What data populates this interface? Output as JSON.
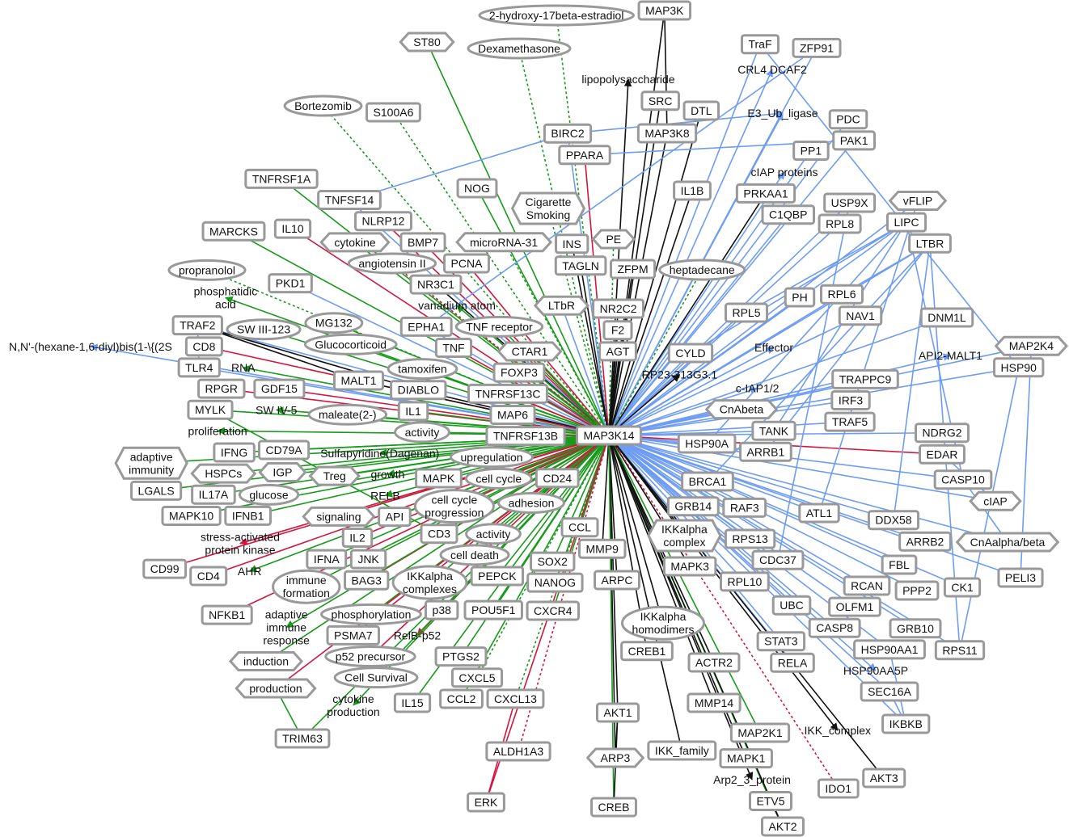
{
  "hub": "MAP3K14",
  "edge_colors": {
    "green": "#189a1c",
    "green-dotted": "#189a1c",
    "red": "#d2163e",
    "red-dotted": "#d2163e",
    "blue": "#6e9cf3",
    "black": "#111111"
  },
  "node_style": {
    "fill": "#ffffff",
    "stroke": "#9a9a9a"
  },
  "nodes": [
    {
      "label": "MAP3K14",
      "shape": "rect",
      "edge": "none"
    },
    {
      "label": "MAP3K",
      "shape": "rect",
      "edge": "black"
    },
    {
      "label": "2-hydroxy-17beta-estradiol",
      "shape": "ellipse",
      "edge": "green-dotted"
    },
    {
      "label": "ST80",
      "shape": "hex",
      "edge": "green"
    },
    {
      "label": "Dexamethasone",
      "shape": "ellipse",
      "edge": "green-dotted"
    },
    {
      "label": "TraF",
      "shape": "rect",
      "edge": "blue"
    },
    {
      "label": "ZFP91",
      "shape": "rect",
      "edge": "blue"
    },
    {
      "label": "CRL4 DCAF2",
      "shape": "text",
      "edge": "blue"
    },
    {
      "label": "lipopolysaccharide",
      "shape": "text",
      "edge": "black"
    },
    {
      "label": "SRC",
      "shape": "rect",
      "edge": "black"
    },
    {
      "label": "DTL",
      "shape": "rect",
      "edge": "black"
    },
    {
      "label": "Bortezomib",
      "shape": "ellipse",
      "edge": "green-dotted"
    },
    {
      "label": "S100A6",
      "shape": "rect",
      "edge": "green-dotted"
    },
    {
      "label": "E3_Ub_ligase",
      "shape": "text",
      "edge": "blue"
    },
    {
      "label": "PDC",
      "shape": "rect",
      "edge": "blue"
    },
    {
      "label": "BIRC2",
      "shape": "rect",
      "edge": "blue"
    },
    {
      "label": "MAP3K8",
      "shape": "rect",
      "edge": "black"
    },
    {
      "label": "PAK1",
      "shape": "rect",
      "edge": "blue"
    },
    {
      "label": "PPARA",
      "shape": "rect",
      "edge": "red"
    },
    {
      "label": "PP1",
      "shape": "rect",
      "edge": "blue"
    },
    {
      "label": "NOG",
      "shape": "rect",
      "edge": "green"
    },
    {
      "label": "cIAP proteins",
      "shape": "text",
      "edge": "blue"
    },
    {
      "label": "IL1B",
      "shape": "rect",
      "edge": "black"
    },
    {
      "label": "PRKAA1",
      "shape": "rect",
      "edge": "black"
    },
    {
      "label": "Cigarette\nSmoking",
      "shape": "hex",
      "edge": "green-dotted"
    },
    {
      "label": "USP9X",
      "shape": "rect",
      "edge": "blue"
    },
    {
      "label": "vFLIP",
      "shape": "hex",
      "edge": "blue"
    },
    {
      "label": "C1QBP",
      "shape": "rect",
      "edge": "blue"
    },
    {
      "label": "TNFRSF1A",
      "shape": "rect",
      "edge": "green"
    },
    {
      "label": "RPL8",
      "shape": "rect",
      "edge": "blue"
    },
    {
      "label": "LIPC",
      "shape": "rect",
      "edge": "blue"
    },
    {
      "label": "MARCKS",
      "shape": "rect",
      "edge": "green"
    },
    {
      "label": "IL10",
      "shape": "rect",
      "edge": "red"
    },
    {
      "label": "LTBR",
      "shape": "rect",
      "edge": "blue"
    },
    {
      "label": "TNFSF14",
      "shape": "rect",
      "edge": "blue"
    },
    {
      "label": "INS",
      "shape": "rect",
      "edge": "black"
    },
    {
      "label": "PE",
      "shape": "hex",
      "edge": "green-dotted"
    },
    {
      "label": "NLRP12",
      "shape": "rect",
      "edge": "red"
    },
    {
      "label": "TAGLN",
      "shape": "rect",
      "edge": "black"
    },
    {
      "label": "ZFPM",
      "shape": "rect",
      "edge": "black"
    },
    {
      "label": "heptadecane",
      "shape": "ellipse",
      "edge": "green-dotted"
    },
    {
      "label": "cytokine",
      "shape": "hex",
      "edge": "green"
    },
    {
      "label": "BMP7",
      "shape": "rect",
      "edge": "red"
    },
    {
      "label": "microRNA-31",
      "shape": "hex",
      "edge": "green-dotted"
    },
    {
      "label": "propranolol",
      "shape": "ellipse",
      "edge": "green-dotted"
    },
    {
      "label": "PKD1",
      "shape": "rect",
      "edge": "blue"
    },
    {
      "label": "angiotensin II",
      "shape": "ellipse",
      "edge": "red-dotted"
    },
    {
      "label": "phosphatidic\nacid",
      "shape": "text",
      "edge": "green"
    },
    {
      "label": "PCNA",
      "shape": "rect",
      "edge": "red"
    },
    {
      "label": "LTbR",
      "shape": "hex",
      "edge": "blue"
    },
    {
      "label": "NR2C2",
      "shape": "rect",
      "edge": "black"
    },
    {
      "label": "RPL5",
      "shape": "rect",
      "edge": "blue"
    },
    {
      "label": "PH",
      "shape": "rect",
      "edge": "blue"
    },
    {
      "label": "RPL6",
      "shape": "rect",
      "edge": "blue"
    },
    {
      "label": "NAV1",
      "shape": "rect",
      "edge": "blue"
    },
    {
      "label": "DNM1L",
      "shape": "rect",
      "edge": "blue"
    },
    {
      "label": "SW III-123",
      "shape": "ellipse",
      "edge": "green"
    },
    {
      "label": "NR3C1",
      "shape": "rect",
      "edge": "black"
    },
    {
      "label": "MG132",
      "shape": "ellipse",
      "edge": "green"
    },
    {
      "label": "TRAF2",
      "shape": "rect",
      "edge": "blue"
    },
    {
      "label": "vanadium atom",
      "shape": "text",
      "edge": "green"
    },
    {
      "label": "F2",
      "shape": "rect",
      "edge": "black"
    },
    {
      "label": "AGT",
      "shape": "rect",
      "edge": "black"
    },
    {
      "label": "CD8",
      "shape": "rect",
      "edge": "red"
    },
    {
      "label": "Glucocorticoid",
      "shape": "ellipse",
      "edge": "green"
    },
    {
      "label": "TNF receptor",
      "shape": "ellipse",
      "edge": "green"
    },
    {
      "label": "Effector",
      "shape": "text",
      "edge": "blue"
    },
    {
      "label": "EPHA1",
      "shape": "rect",
      "edge": "blue"
    },
    {
      "label": "CTAR1",
      "shape": "hex",
      "edge": "green"
    },
    {
      "label": "CYLD",
      "shape": "rect",
      "edge": "blue"
    },
    {
      "label": "API2-MALT1",
      "shape": "text",
      "edge": "blue"
    },
    {
      "label": "MAP2K4",
      "shape": "hex",
      "edge": "blue"
    },
    {
      "label": "HSP90",
      "shape": "rect",
      "edge": "blue"
    },
    {
      "label": "TLR4",
      "shape": "rect",
      "edge": "blue"
    },
    {
      "label": "RNA",
      "shape": "text",
      "edge": "green"
    },
    {
      "label": "MALT1",
      "shape": "rect",
      "edge": "black"
    },
    {
      "label": "TNF",
      "shape": "rect",
      "edge": "red"
    },
    {
      "label": "RP23-313G3.1",
      "shape": "text",
      "edge": "black"
    },
    {
      "label": "FOXP3",
      "shape": "rect",
      "edge": "green"
    },
    {
      "label": "TRAPPC9",
      "shape": "rect",
      "edge": "blue"
    },
    {
      "label": "GDF15",
      "shape": "rect",
      "edge": "red"
    },
    {
      "label": "tamoxifen",
      "shape": "ellipse",
      "edge": "green"
    },
    {
      "label": "c-IAP1/2",
      "shape": "text",
      "edge": "blue"
    },
    {
      "label": "IRF3",
      "shape": "rect",
      "edge": "blue"
    },
    {
      "label": "RPGR",
      "shape": "rect",
      "edge": "red"
    },
    {
      "label": "DIABLO",
      "shape": "rect",
      "edge": "black"
    },
    {
      "label": "TNFRSF13C",
      "shape": "rect",
      "edge": "red"
    },
    {
      "label": "CnAbeta",
      "shape": "hex",
      "edge": "blue"
    },
    {
      "label": "TRAF5",
      "shape": "rect",
      "edge": "blue"
    },
    {
      "label": "SW IV-5",
      "shape": "text",
      "edge": "green"
    },
    {
      "label": "maleate(2-)",
      "shape": "ellipse",
      "edge": "green"
    },
    {
      "label": "IL1",
      "shape": "rect",
      "edge": "green"
    },
    {
      "label": "MAP6",
      "shape": "rect",
      "edge": "red"
    },
    {
      "label": "TANK",
      "shape": "rect",
      "edge": "blue"
    },
    {
      "label": "Sulfapyridine(Dagenan)",
      "shape": "text",
      "edge": "green"
    },
    {
      "label": "TNFRSF13B",
      "shape": "rect",
      "edge": "red"
    },
    {
      "label": "MYLK",
      "shape": "rect",
      "edge": "green"
    },
    {
      "label": "activity",
      "shape": "ellipse",
      "edge": "green"
    },
    {
      "label": "upregulation",
      "shape": "ellipse",
      "edge": "green"
    },
    {
      "label": "NDRG2",
      "shape": "rect",
      "edge": "blue"
    },
    {
      "label": "HSP90A",
      "shape": "rect",
      "edge": "blue"
    },
    {
      "label": "ARRB1",
      "shape": "rect",
      "edge": "blue"
    },
    {
      "label": "EDAR",
      "shape": "rect",
      "edge": "red"
    },
    {
      "label": "CD79A",
      "shape": "rect",
      "edge": "green"
    },
    {
      "label": "proliferation",
      "shape": "text",
      "edge": "green"
    },
    {
      "label": "IFNG",
      "shape": "rect",
      "edge": "green"
    },
    {
      "label": "adaptive\nimmunity",
      "shape": "hex",
      "edge": "green"
    },
    {
      "label": "Treg",
      "shape": "hex",
      "edge": "green"
    },
    {
      "label": "growth",
      "shape": "text",
      "edge": "green"
    },
    {
      "label": "cell cycle",
      "shape": "ellipse",
      "edge": "green"
    },
    {
      "label": "MAPK",
      "shape": "rect",
      "edge": "green"
    },
    {
      "label": "CD24",
      "shape": "rect",
      "edge": "green"
    },
    {
      "label": "RELB",
      "shape": "text",
      "edge": "green"
    },
    {
      "label": "HSPCs",
      "shape": "hex",
      "edge": "green"
    },
    {
      "label": "IGP",
      "shape": "hex",
      "edge": "green"
    },
    {
      "label": "MAPK10",
      "shape": "rect",
      "edge": "green"
    },
    {
      "label": "LGALS",
      "shape": "rect",
      "edge": "green"
    },
    {
      "label": "IL17A",
      "shape": "rect",
      "edge": "green"
    },
    {
      "label": "glucose",
      "shape": "ellipse",
      "edge": "green"
    },
    {
      "label": "BRCA1",
      "shape": "rect",
      "edge": "blue"
    },
    {
      "label": "CASP10",
      "shape": "rect",
      "edge": "blue"
    },
    {
      "label": "cIAP",
      "shape": "hex",
      "edge": "blue"
    },
    {
      "label": "cell cycle\nprogression",
      "shape": "ellipse",
      "edge": "green"
    },
    {
      "label": "signaling",
      "shape": "hex",
      "edge": "green"
    },
    {
      "label": "API",
      "shape": "rect",
      "edge": "green"
    },
    {
      "label": "IFNB1",
      "shape": "rect",
      "edge": "green"
    },
    {
      "label": "GRB14",
      "shape": "rect",
      "edge": "blue"
    },
    {
      "label": "RAF3",
      "shape": "rect",
      "edge": "blue"
    },
    {
      "label": "ATL1",
      "shape": "rect",
      "edge": "blue"
    },
    {
      "label": "adhesion",
      "shape": "ellipse",
      "edge": "green"
    },
    {
      "label": "CD3",
      "shape": "rect",
      "edge": "green"
    },
    {
      "label": "activity",
      "shape": "ellipse",
      "edge": "green"
    },
    {
      "label": "stress-activated\nprotein kinase",
      "shape": "text",
      "edge": "red"
    },
    {
      "label": "IL2",
      "shape": "rect",
      "edge": "red"
    },
    {
      "label": "DDX58",
      "shape": "rect",
      "edge": "blue"
    },
    {
      "label": "ARRB2",
      "shape": "rect",
      "edge": "blue"
    },
    {
      "label": "CnAalpha/beta",
      "shape": "hex",
      "edge": "blue"
    },
    {
      "label": "CCL",
      "shape": "rect",
      "edge": "black"
    },
    {
      "label": "IKKalpha\ncomplex",
      "shape": "hex",
      "edge": "black"
    },
    {
      "label": "RPS13",
      "shape": "rect",
      "edge": "blue"
    },
    {
      "label": "MMP9",
      "shape": "rect",
      "edge": "black"
    },
    {
      "label": "cell death",
      "shape": "ellipse",
      "edge": "green"
    },
    {
      "label": "CD99",
      "shape": "rect",
      "edge": "red"
    },
    {
      "label": "IFNA",
      "shape": "rect",
      "edge": "green"
    },
    {
      "label": "CDC37",
      "shape": "rect",
      "edge": "blue"
    },
    {
      "label": "FBL",
      "shape": "rect",
      "edge": "blue"
    },
    {
      "label": "PELI3",
      "shape": "rect",
      "edge": "blue"
    },
    {
      "label": "CD4",
      "shape": "rect",
      "edge": "red"
    },
    {
      "label": "AHR",
      "shape": "text",
      "edge": "green"
    },
    {
      "label": "JNK",
      "shape": "rect",
      "edge": "green"
    },
    {
      "label": "SOX2",
      "shape": "rect",
      "edge": "green"
    },
    {
      "label": "immune\nformation",
      "shape": "ellipse",
      "edge": "green"
    },
    {
      "label": "MAPK3",
      "shape": "rect",
      "edge": "black"
    },
    {
      "label": "IKKalpha\ncomplexes",
      "shape": "ellipse",
      "edge": "green"
    },
    {
      "label": "PEPCK",
      "shape": "rect",
      "edge": "green"
    },
    {
      "label": "BAG3",
      "shape": "rect",
      "edge": "red"
    },
    {
      "label": "RPL10",
      "shape": "rect",
      "edge": "blue"
    },
    {
      "label": "NANOG",
      "shape": "rect",
      "edge": "green"
    },
    {
      "label": "ARPC",
      "shape": "rect",
      "edge": "black"
    },
    {
      "label": "adaptive\nimmune\nresponse",
      "shape": "text",
      "edge": "green"
    },
    {
      "label": "CK1",
      "shape": "rect",
      "edge": "blue"
    },
    {
      "label": "RCAN",
      "shape": "rect",
      "edge": "blue"
    },
    {
      "label": "PPP2",
      "shape": "rect",
      "edge": "blue"
    },
    {
      "label": "phosphorylation",
      "shape": "ellipse",
      "edge": "green"
    },
    {
      "label": "p38",
      "shape": "rect",
      "edge": "green"
    },
    {
      "label": "POU5F1",
      "shape": "rect",
      "edge": "green"
    },
    {
      "label": "UBC",
      "shape": "rect",
      "edge": "blue"
    },
    {
      "label": "OLFM1",
      "shape": "rect",
      "edge": "blue"
    },
    {
      "label": "NFKB1",
      "shape": "rect",
      "edge": "red"
    },
    {
      "label": "PSMA7",
      "shape": "rect",
      "edge": "red"
    },
    {
      "label": "CXCR4",
      "shape": "rect",
      "edge": "green"
    },
    {
      "label": "IKKalpha\nhomodimers",
      "shape": "ellipse",
      "edge": "black"
    },
    {
      "label": "CASP8",
      "shape": "rect",
      "edge": "blue"
    },
    {
      "label": "GRB10",
      "shape": "rect",
      "edge": "blue"
    },
    {
      "label": "induction",
      "shape": "hex",
      "edge": "green"
    },
    {
      "label": "RelB-p52",
      "shape": "text",
      "edge": "red"
    },
    {
      "label": "p52 precursor",
      "shape": "ellipse",
      "edge": "red"
    },
    {
      "label": "CREB1",
      "shape": "rect",
      "edge": "black"
    },
    {
      "label": "STAT3",
      "shape": "rect",
      "edge": "blue"
    },
    {
      "label": "HSP90AA1",
      "shape": "rect",
      "edge": "blue"
    },
    {
      "label": "RPS11",
      "shape": "rect",
      "edge": "blue"
    },
    {
      "label": "PTGS2",
      "shape": "rect",
      "edge": "green"
    },
    {
      "label": "Cell Survival",
      "shape": "ellipse",
      "edge": "green"
    },
    {
      "label": "CXCL5",
      "shape": "rect",
      "edge": "green-dotted"
    },
    {
      "label": "RELA",
      "shape": "rect",
      "edge": "blue"
    },
    {
      "label": "cytokine\nproduction",
      "shape": "text",
      "edge": "green"
    },
    {
      "label": "ACTR2",
      "shape": "rect",
      "edge": "black"
    },
    {
      "label": "HSP90AA5P",
      "shape": "text",
      "edge": "blue"
    },
    {
      "label": "CXCL13",
      "shape": "rect",
      "edge": "green-dotted"
    },
    {
      "label": "SEC16A",
      "shape": "rect",
      "edge": "blue"
    },
    {
      "label": "production",
      "shape": "hex",
      "edge": "red"
    },
    {
      "label": "CCL2",
      "shape": "rect",
      "edge": "green"
    },
    {
      "label": "IL15",
      "shape": "rect",
      "edge": "green"
    },
    {
      "label": "MMP14",
      "shape": "rect",
      "edge": "black"
    },
    {
      "label": "AKT1",
      "shape": "rect",
      "edge": "black"
    },
    {
      "label": "IKBKB",
      "shape": "rect",
      "edge": "blue"
    },
    {
      "label": "IKK_complex",
      "shape": "text",
      "edge": "black"
    },
    {
      "label": "MAP2K1",
      "shape": "rect",
      "edge": "green"
    },
    {
      "label": "TRIM63",
      "shape": "rect",
      "edge": "green"
    },
    {
      "label": "ALDH1A3",
      "shape": "rect",
      "edge": "red-dotted"
    },
    {
      "label": "ARP3",
      "shape": "hex",
      "edge": "black"
    },
    {
      "label": "IKK_family",
      "shape": "rect",
      "edge": "black"
    },
    {
      "label": "MAPK1",
      "shape": "rect",
      "edge": "black"
    },
    {
      "label": "Arp2_3_protein",
      "shape": "text",
      "edge": "black"
    },
    {
      "label": "AKT3",
      "shape": "rect",
      "edge": "black"
    },
    {
      "label": "IDO1",
      "shape": "rect",
      "edge": "red-dotted"
    },
    {
      "label": "ETV5",
      "shape": "rect",
      "edge": "green"
    },
    {
      "label": "ERK",
      "shape": "rect",
      "edge": "red"
    },
    {
      "label": "CREB",
      "shape": "rect",
      "edge": "green"
    },
    {
      "label": "AKT2",
      "shape": "rect",
      "edge": "black"
    },
    {
      "label": "N,N'-(hexane-1,6-diyl)bis(1-\\{(2S",
      "shape": "text",
      "edge": "blue"
    }
  ],
  "extra_edges": [
    [
      "LIPC",
      "RPL5",
      "blue"
    ],
    [
      "LIPC",
      "CYLD",
      "blue"
    ],
    [
      "LIPC",
      "TANK",
      "blue"
    ],
    [
      "LIPC",
      "CASP10",
      "blue"
    ],
    [
      "LIPC",
      "HSP90A",
      "blue"
    ],
    [
      "LTBR",
      "RPL6",
      "blue"
    ],
    [
      "LTBR",
      "ARRB1",
      "blue"
    ],
    [
      "LTBR",
      "BRCA1",
      "blue"
    ],
    [
      "LTBR",
      "DDX58",
      "blue"
    ],
    [
      "LTBR",
      "RPS11",
      "blue"
    ],
    [
      "USP9X",
      "CDC37",
      "blue"
    ],
    [
      "vFLIP",
      "ATL1",
      "blue"
    ],
    [
      "BIRC2",
      "TNFSF14",
      "blue"
    ],
    [
      "BIRC2",
      "E3_Ub_ligase",
      "blue"
    ],
    [
      "PPARA",
      "PAK1",
      "blue"
    ],
    [
      "ZFP91",
      "EPHA1",
      "blue"
    ],
    [
      "TraF",
      "HSP90",
      "blue"
    ],
    [
      "HSP90",
      "RPS11",
      "blue"
    ],
    [
      "IKBKB",
      "SEC16A",
      "blue"
    ],
    [
      "IKBKB",
      "HSP90AA1",
      "blue"
    ],
    [
      "MAP2K4",
      "PELI3",
      "blue"
    ],
    [
      "MAP3K",
      "MAP3K8",
      "black"
    ],
    [
      "AKT1",
      "ARP3",
      "black"
    ],
    [
      "AKT1",
      "CREB",
      "black"
    ],
    [
      "ETV5",
      "AKT2",
      "black"
    ],
    [
      "TRAF2",
      "MALT1",
      "black"
    ],
    [
      "TRAF2",
      "DIABLO",
      "black"
    ],
    [
      "TRAF2",
      "TLR4",
      "blue"
    ],
    [
      "MYLK",
      "CD3",
      "green"
    ],
    [
      "production",
      "TRIM63",
      "green"
    ],
    [
      "CXCL13",
      "ERK",
      "red"
    ],
    [
      "CASP10",
      "CnAalpha/beta",
      "blue"
    ],
    [
      "EDAR",
      "cIAP",
      "blue"
    ]
  ]
}
